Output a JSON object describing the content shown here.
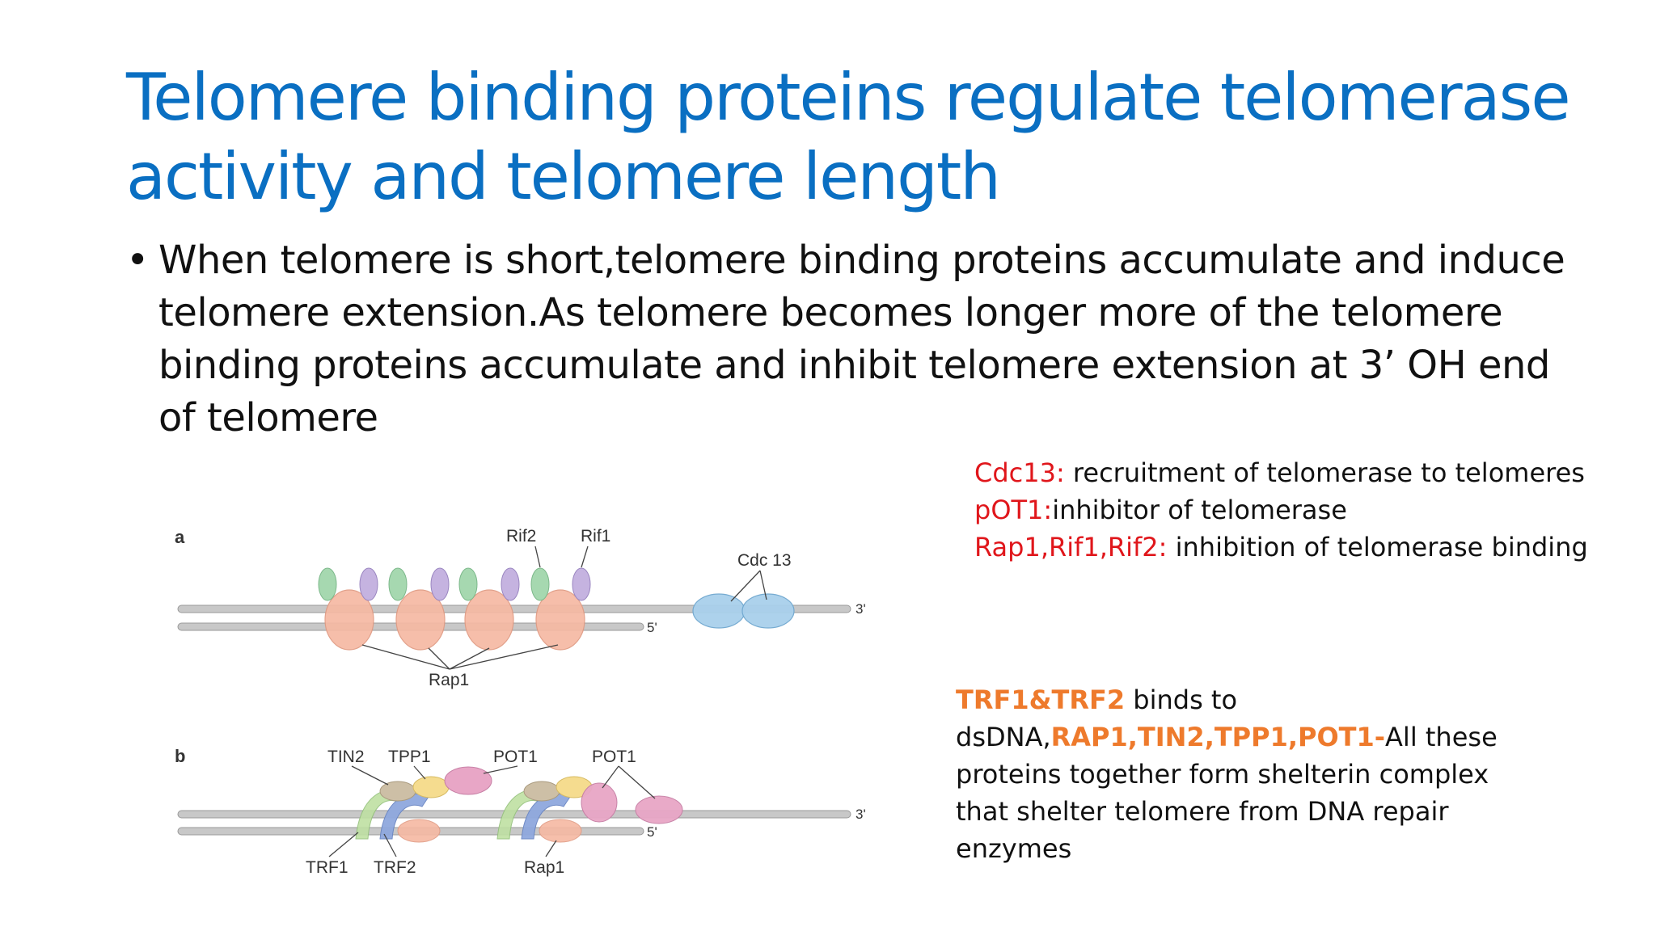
{
  "title": "Telomere binding proteins regulate telomerase activity and telomere length",
  "bullet": {
    "symbol": "•",
    "text": "When telomere is short,telomere binding proteins accumulate and induce telomere extension.As telomere becomes longer more of the telomere binding proteins accumulate and inhibit telomere extension at 3’ OH end of telomere"
  },
  "notes": [
    {
      "term": "Cdc13:",
      "desc": " recruitment of telomerase to telomeres"
    },
    {
      "term": "pOT1:",
      "desc": "inhibitor of telomerase"
    },
    {
      "term": "Rap1,Rif1,Rif2:",
      "desc": " inhibition of telomerase binding"
    }
  ],
  "shelterin": {
    "part1": "TRF1&TRF2",
    "part2": " binds to dsDNA,",
    "part3": "RAP1,TIN2,TPP1,POT1-",
    "part4": "All these proteins together form shelterin complex that shelter telomere from  DNA repair enzymes"
  },
  "figure": {
    "a": {
      "panel_label": "a",
      "rif2": "Rif2",
      "rif1": "Rif1",
      "cdc13": "Cdc 13",
      "rap1": "Rap1",
      "end3": "3'",
      "end5": "5'"
    },
    "b": {
      "panel_label": "b",
      "tin2": "TIN2",
      "tpp1": "TPP1",
      "pot1_a": "POT1",
      "pot1_b": "POT1",
      "trf1": "TRF1",
      "trf2": "TRF2",
      "rap1": "Rap1",
      "end3": "3'",
      "end5": "5'"
    },
    "colors": {
      "rap1": "#f6b9a3",
      "rif2": "#a6d8b0",
      "rif1": "#c5b3e0",
      "cdc13": "#a9d0ec",
      "pot1": "#e8a6c6",
      "tin2": "#cdbfa6",
      "tpp1": "#f5dc8f",
      "trf1": "#bfe0a3",
      "trf2": "#8fa8de",
      "dna": "#c8c8c8"
    }
  }
}
